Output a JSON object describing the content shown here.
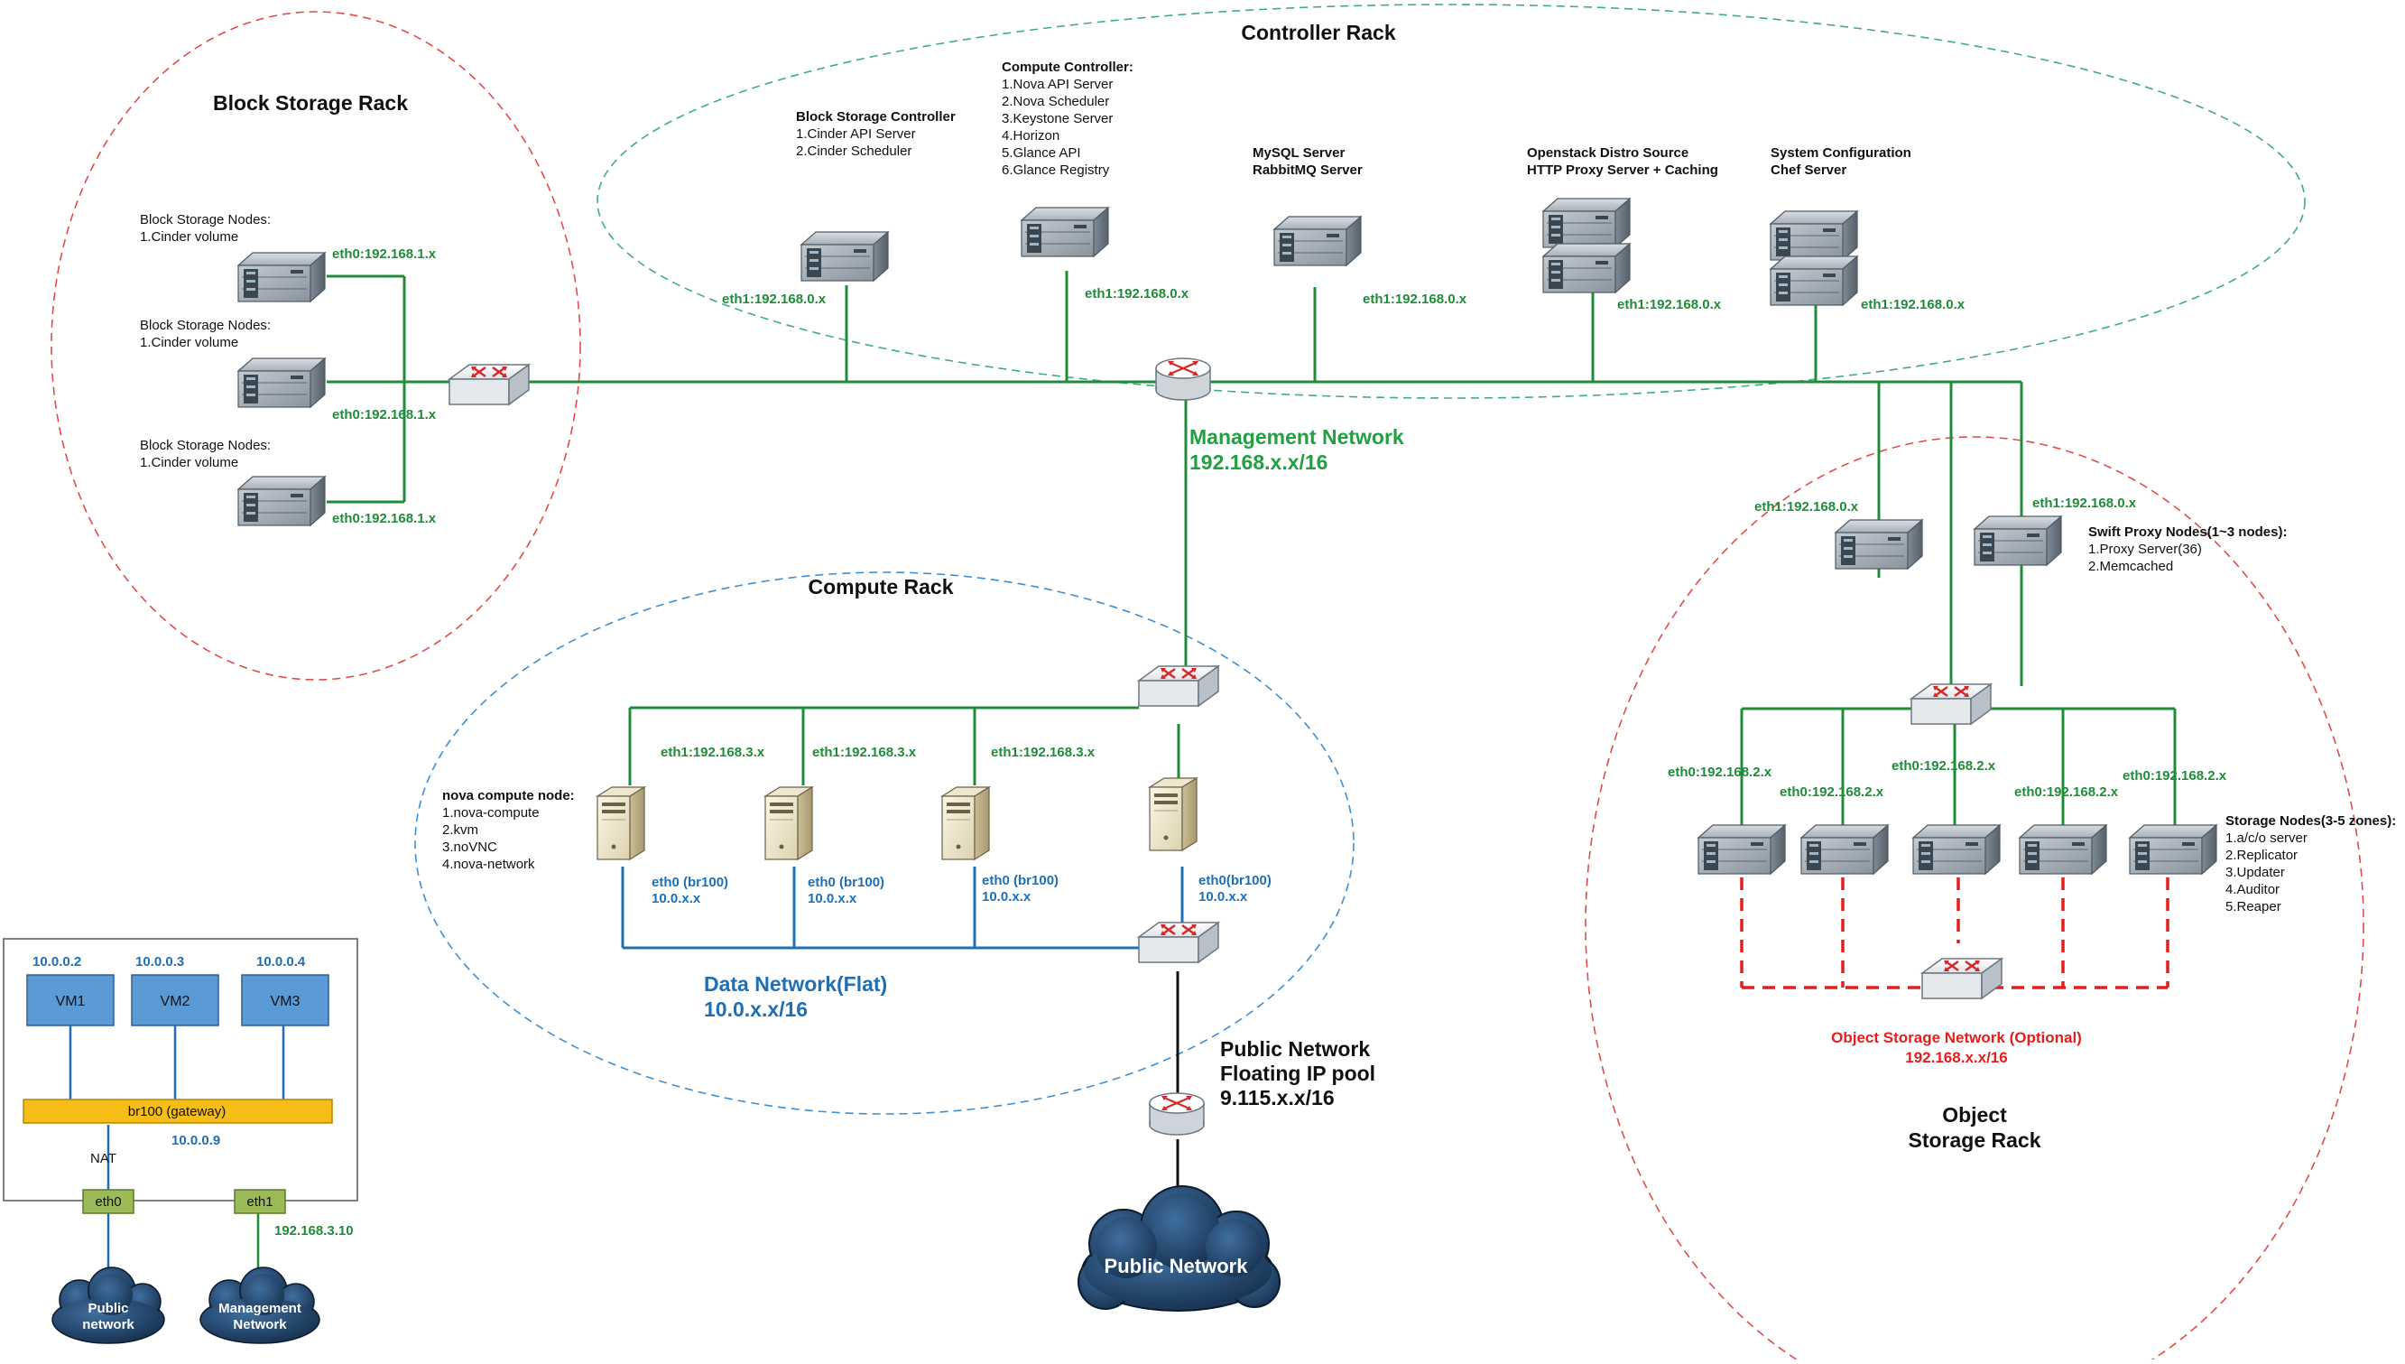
{
  "colors": {
    "management_link": "#1f8c3a",
    "data_link": "#1f6fb5",
    "object_storage_link": "#e41d1d",
    "block_rack_border": "#e24b4b",
    "controller_rack_border": "#3fae7a",
    "compute_rack_border": "#3f8fd0",
    "object_rack_border": "#e24b4b",
    "bridge_fill": "#f6bd16",
    "vm_fill": "#5b9bd5",
    "eth_fill": "#9bbb59",
    "cloud_fill": "#1d3b5e"
  },
  "racks": {
    "block_storage": "Block Storage Rack",
    "controller": "Controller Rack",
    "compute": "Compute Rack",
    "object_line1": "Object",
    "object_line2": "Storage Rack"
  },
  "block_storage": {
    "nodes": [
      {
        "title": "Block Storage Nodes:",
        "item": "1.Cinder volume",
        "ip": "eth0:192.168.1.x"
      },
      {
        "title": "Block Storage Nodes:",
        "item": "1.Cinder volume",
        "ip": "eth0:192.168.1.x"
      },
      {
        "title": "Block Storage Nodes:",
        "item": "1.Cinder volume",
        "ip": "eth0:192.168.1.x"
      }
    ]
  },
  "controller": {
    "block_controller": {
      "title": "Block Storage Controller",
      "items": [
        "1.Cinder API Server",
        "2.Cinder Scheduler"
      ],
      "ip": "eth1:192.168.0.x"
    },
    "compute_controller": {
      "title": "Compute Controller:",
      "items": [
        "1.Nova API Server",
        "2.Nova Scheduler",
        "3.Keystone Server",
        "4.Horizon",
        "5.Glance API",
        "6.Glance Registry"
      ],
      "ip": "eth1:192.168.0.x"
    },
    "mysql": {
      "line1": "MySQL Server",
      "line2": "RabbitMQ Server",
      "ip": "eth1:192.168.0.x"
    },
    "distro": {
      "line1": "Openstack Distro Source",
      "line2": "HTTP Proxy Server + Caching",
      "ip": "eth1:192.168.0.x"
    },
    "sysconfig": {
      "line1": "System Configuration",
      "line2": "Chef Server",
      "ip": "eth1:192.168.0.x"
    }
  },
  "management_network": {
    "line1": "Management Network",
    "line2": "192.168.x.x/16"
  },
  "compute": {
    "node_info": {
      "title": "nova compute node:",
      "items": [
        "1.nova-compute",
        "2.kvm",
        "3.noVNC",
        "4.nova-network"
      ]
    },
    "eth1_labels": [
      "eth1:192.168.3.x",
      "eth1:192.168.3.x",
      "eth1:192.168.3.x"
    ],
    "eth0_labels": [
      {
        "line1": "eth0 (br100)",
        "line2": "10.0.x.x"
      },
      {
        "line1": "eth0 (br100)",
        "line2": "10.0.x.x"
      },
      {
        "line1": "eth0 (br100)",
        "line2": "10.0.x.x"
      },
      {
        "line1": "eth0(br100)",
        "line2": "10.0.x.x"
      }
    ]
  },
  "data_network": {
    "line1": "Data Network(Flat)",
    "line2": "10.0.x.x/16"
  },
  "public_network": {
    "line1": "Public Network",
    "line2": "Floating IP pool",
    "line3": "9.115.x.x/16",
    "cloud": "Public Network"
  },
  "object_storage": {
    "proxy_ips": [
      "eth1:192.168.0.x",
      "eth1:192.168.0.x"
    ],
    "proxy_info": {
      "title": "Swift Proxy Nodes(1~3 nodes):",
      "items": [
        "1.Proxy Server(36)",
        "2.Memcached"
      ]
    },
    "storage_ips": [
      "eth0:192.168.2.x",
      "eth0:192.168.2.x",
      "eth0:192.168.2.x",
      "eth0:192.168.2.x",
      "eth0:192.168.2.x"
    ],
    "storage_info": {
      "title": "Storage Nodes(3-5 zones):",
      "items": [
        "1.a/c/o server",
        "2.Replicator",
        "3.Updater",
        "4.Auditor",
        "5.Reaper"
      ]
    },
    "network": {
      "line1": "Object Storage Network (Optional)",
      "line2": "192.168.x.x/16"
    }
  },
  "inset": {
    "vm_ips": [
      "10.0.0.2",
      "10.0.0.3",
      "10.0.0.4"
    ],
    "vms": [
      "VM1",
      "VM2",
      "VM3"
    ],
    "bridge": "br100 (gateway)",
    "bridge_ip": "10.0.0.9",
    "nat": "NAT",
    "eth0": "eth0",
    "eth1": "eth1",
    "eth1_ip": "192.168.3.10",
    "public_cloud": {
      "line1": "Public",
      "line2": "network"
    },
    "management_cloud": {
      "line1": "Management",
      "line2": "Network"
    }
  }
}
